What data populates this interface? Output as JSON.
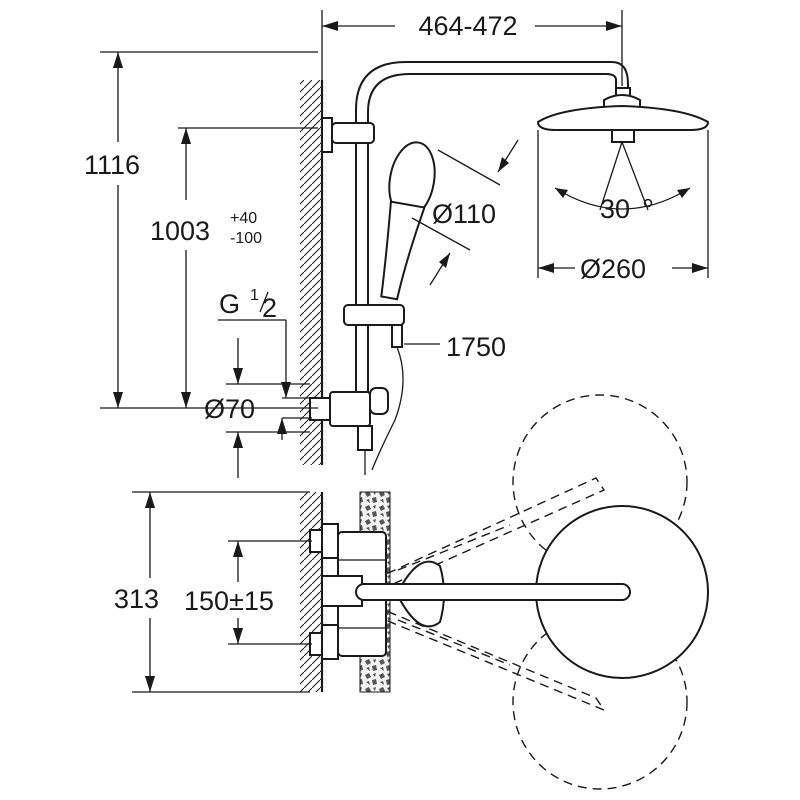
{
  "dimensions": {
    "width_range": "464-472",
    "height_total": "1116",
    "height_outlet_base": "1003",
    "height_outlet_tol_plus": "+40",
    "height_outlet_tol_minus": "-100",
    "thread_prefix": "G",
    "thread_num": "1",
    "thread_den": "2",
    "flange_diameter": "Ø70",
    "hand_shower_diameter": "Ø110",
    "head_shower_diameter": "Ø260",
    "head_tilt_angle": "30",
    "hose_length": "1750",
    "wall_depth": "313",
    "inlet_spacing": "150±15"
  }
}
